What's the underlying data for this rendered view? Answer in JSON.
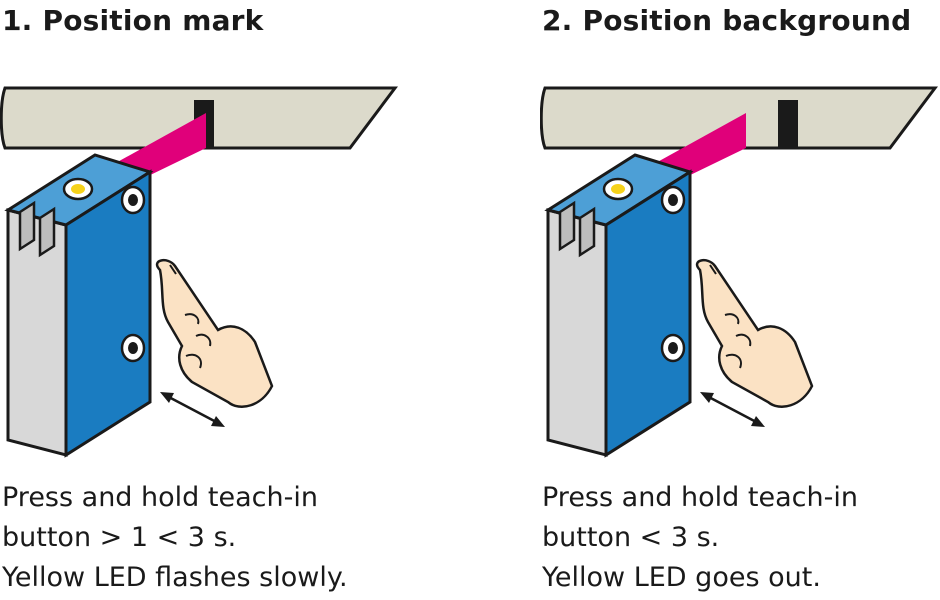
{
  "steps": [
    {
      "title": "1. Position mark",
      "lines": [
        "Press and hold teach-in",
        "button > 1 < 3 s.",
        "Yellow LED flashes slowly."
      ]
    },
    {
      "title": "2. Position background",
      "lines": [
        "Press and hold teach-in",
        "button < 3 s.",
        "Yellow LED goes out."
      ]
    }
  ],
  "colors": {
    "sensor_body": "#1a7cc1",
    "sensor_side": "#d8d8d8",
    "light_beam": "#e0007a",
    "conveyor": "#dcdacb",
    "mark": "#1a1a1a",
    "led": "#f6d21a",
    "skin": "#fbe2c4"
  }
}
